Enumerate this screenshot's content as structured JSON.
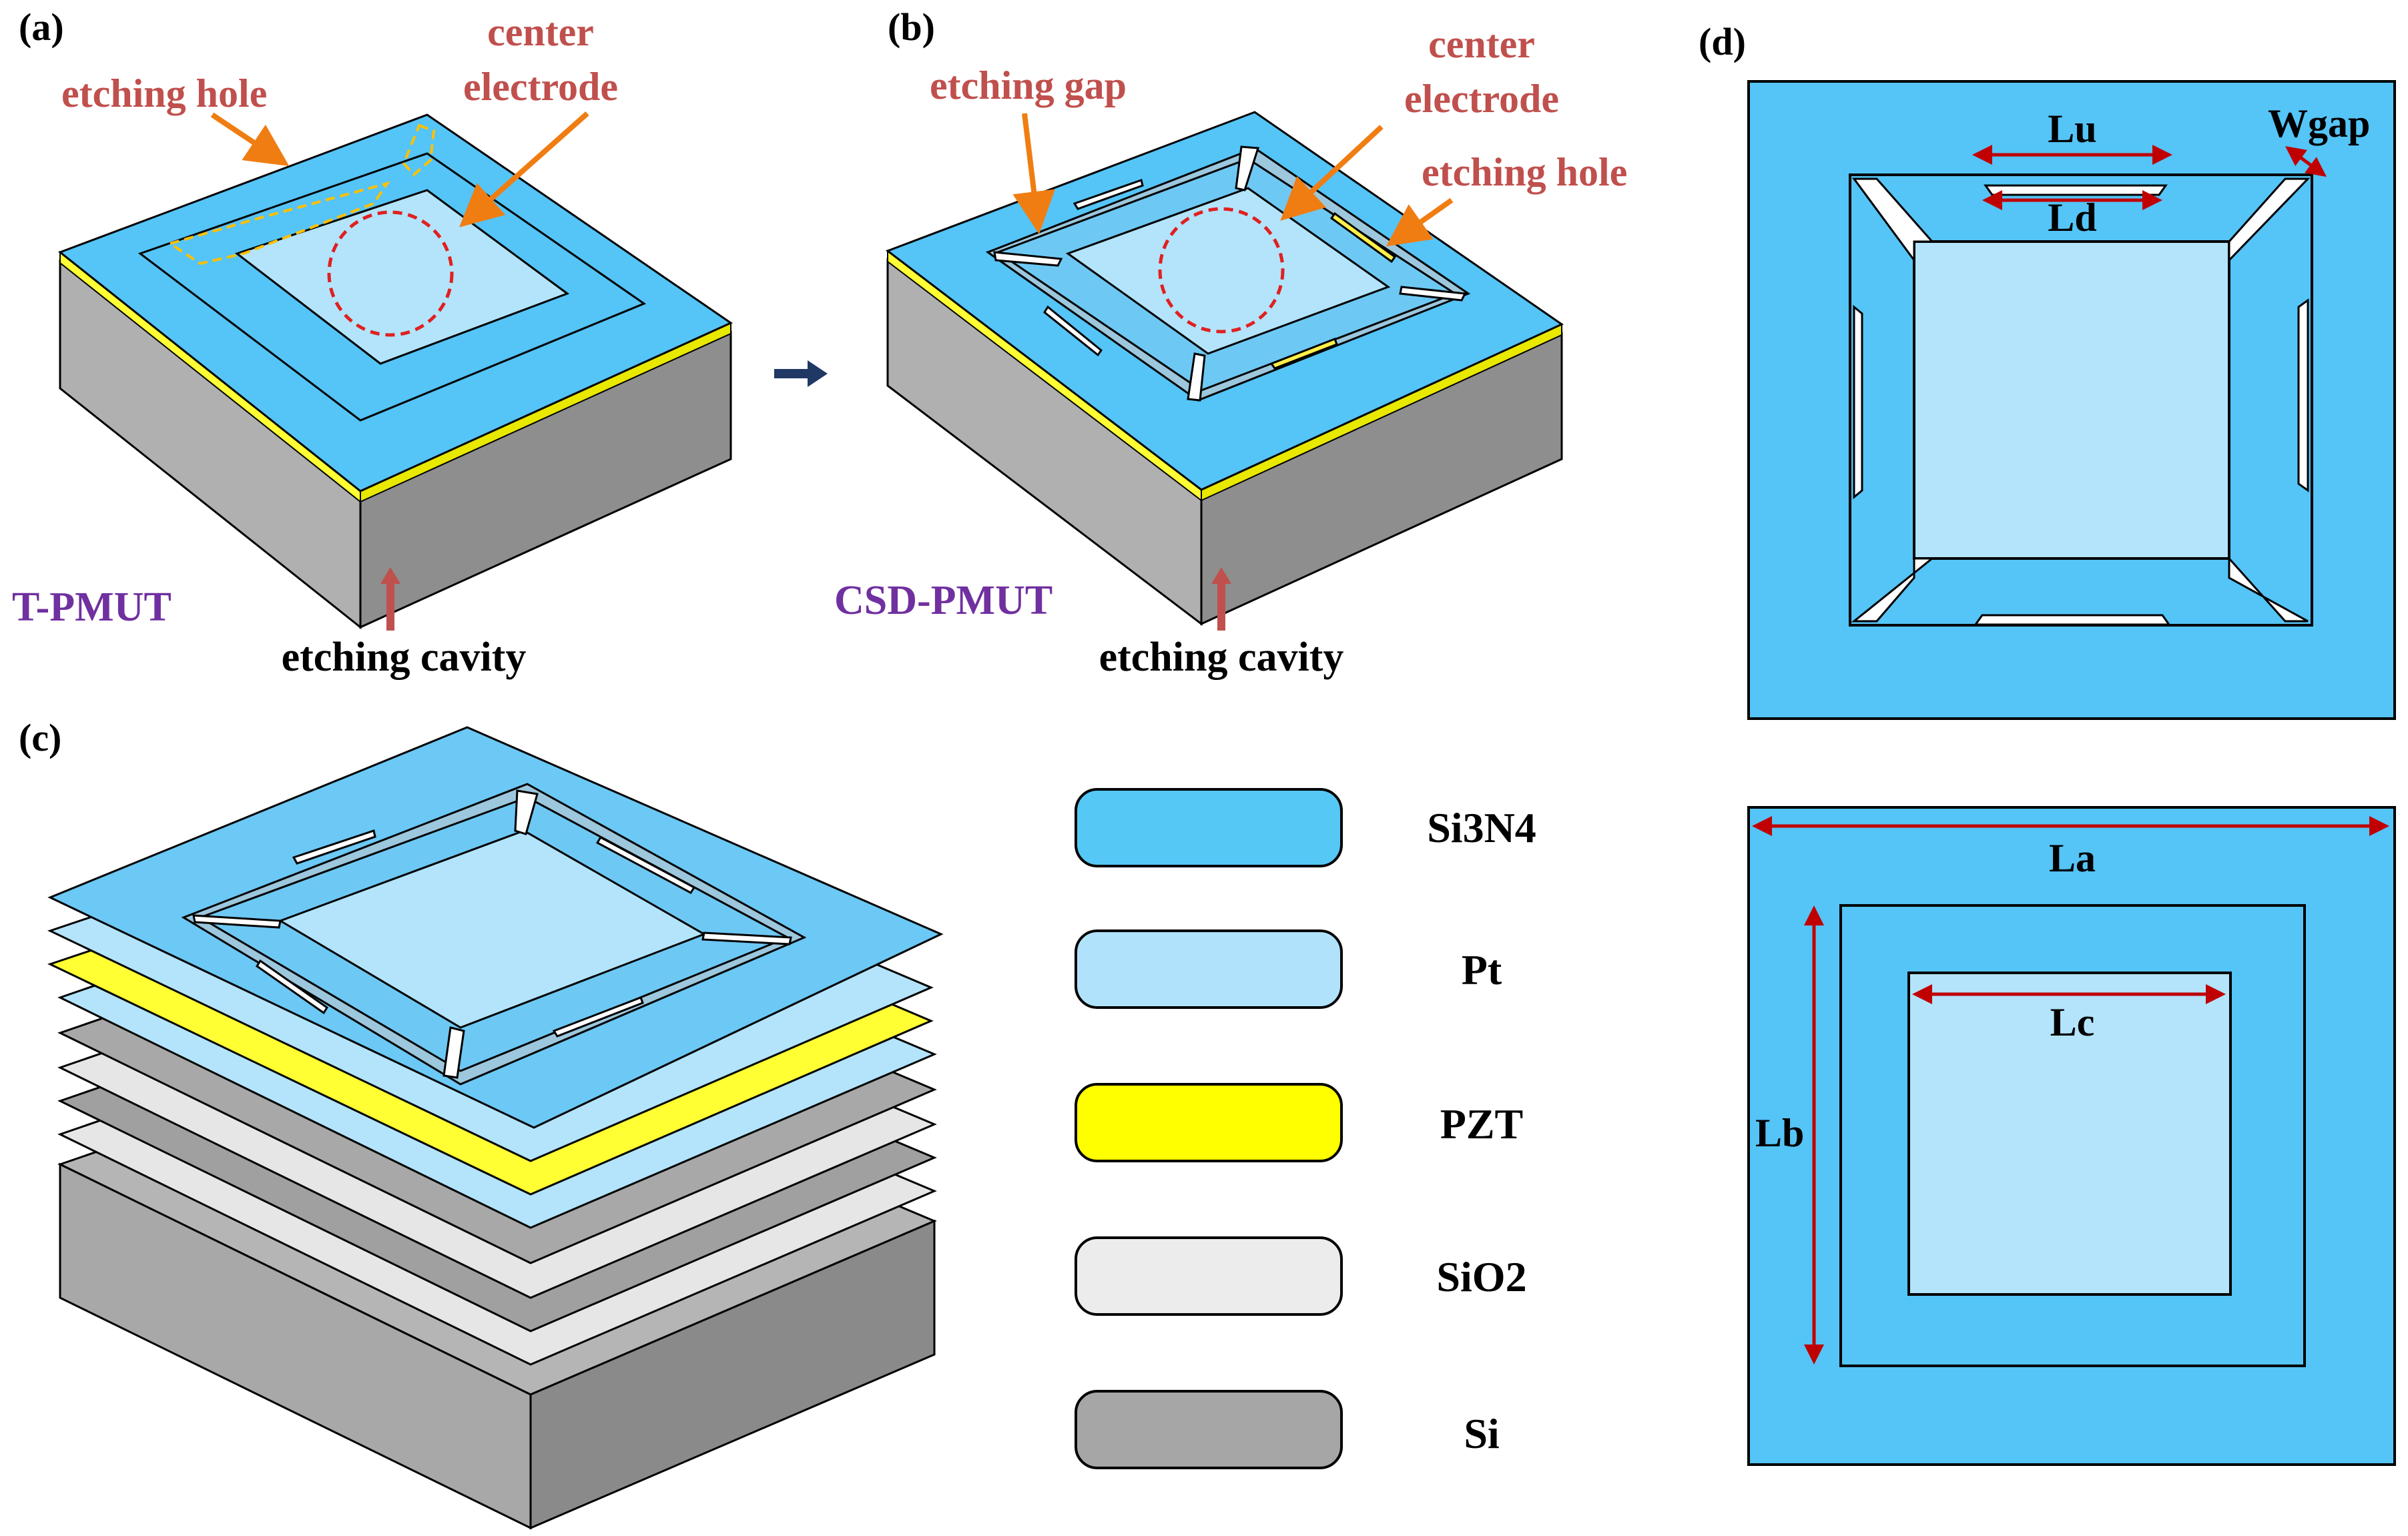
{
  "panels": {
    "a": "(a)",
    "b": "(b)",
    "c": "(c)",
    "d": "(d)"
  },
  "panel_a": {
    "label_etching_hole": "etching hole",
    "label_center_line1": "center",
    "label_center_line2": "electrode",
    "device_name": "T-PMUT",
    "label_cavity": "etching cavity"
  },
  "panel_b": {
    "label_etching_gap": "etching gap",
    "label_center_line1": "center",
    "label_center_line2": "electrode",
    "label_etching_hole": "etching hole",
    "device_name": "CSD-PMUT",
    "label_cavity": "etching cavity"
  },
  "legend": [
    {
      "name": "Si3N4",
      "color": "#55c8f6"
    },
    {
      "name": "Pt",
      "color": "#b0e3fb"
    },
    {
      "name": "PZT",
      "color": "#ffff00"
    },
    {
      "name": "SiO2",
      "color": "#ececec"
    },
    {
      "name": "Si",
      "color": "#a6a6a6"
    }
  ],
  "panel_d": {
    "Lu": "Lu",
    "Ld": "Ld",
    "Wgap": "Wgap",
    "La": "La",
    "Lb": "Lb",
    "Lc": "Lc"
  },
  "colors": {
    "si3n4_top": "#55c4f7",
    "pt_center": "#b3e4fb",
    "si_side": "#9b9b9b",
    "annotation_red": "#c0504d",
    "arrow_orange": "#f07d12",
    "device_purple": "#7030a0",
    "dim_arrow": "#c00000",
    "navy_arrow": "#1f3864"
  }
}
